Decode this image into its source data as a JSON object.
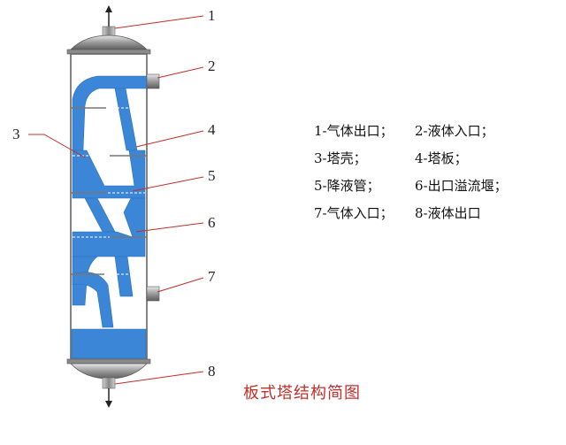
{
  "callouts": {
    "c1": "1",
    "c2": "2",
    "c3": "3",
    "c4": "4",
    "c5": "5",
    "c6": "6",
    "c7": "7",
    "c8": "8"
  },
  "legend": {
    "row1": {
      "a": "1-气体出口；",
      "b": "2-液体入口；"
    },
    "row2": {
      "a": "3-塔壳；",
      "b": "4-塔板；"
    },
    "row3": {
      "a": "5-降液管；",
      "b": "6-出口溢流堰；"
    },
    "row4": {
      "a": "7-气体入口；",
      "b": "8-液体出口"
    }
  },
  "caption": "板式塔结构简图",
  "colors": {
    "liquid": "#3b86d6",
    "leader": "#c0302a",
    "shell": "#888888"
  }
}
